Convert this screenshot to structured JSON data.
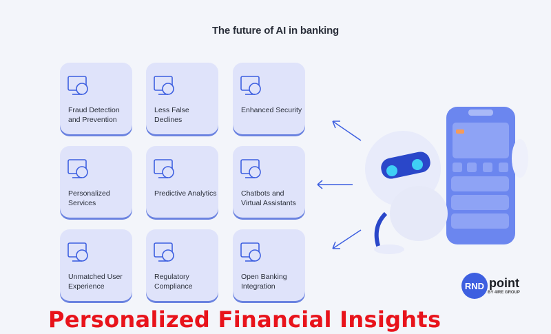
{
  "title": "The future of AI in banking",
  "cards": [
    {
      "label": "Fraud Detection and Prevention",
      "icon": "monitor-search-icon"
    },
    {
      "label": "Less False Declines",
      "icon": "people-network-icon"
    },
    {
      "label": "Enhanced Security",
      "icon": "shield-lock-icon"
    },
    {
      "label": "Personalized Services",
      "icon": "hand-gear-icon"
    },
    {
      "label": "Predictive Analytics",
      "icon": "analytics-chart-icon"
    },
    {
      "label": "Chatbots and Virtual Assistants",
      "icon": "robot-chat-icon"
    },
    {
      "label": "Unmatched User Experience",
      "icon": "devices-icon"
    },
    {
      "label": "Regulatory Compliance",
      "icon": "clipboard-check-icon"
    },
    {
      "label": "Open Banking Integration",
      "icon": "dollar-gear-icon"
    }
  ],
  "overlay_text": "Personalized Financial Insights",
  "logo": {
    "mark": "RND",
    "name": "point",
    "sub": "BY 4IRE GROUP"
  },
  "colors": {
    "accent": "#3d5fe0",
    "card": "#dfe3fa",
    "overlay": "#e8131b"
  }
}
